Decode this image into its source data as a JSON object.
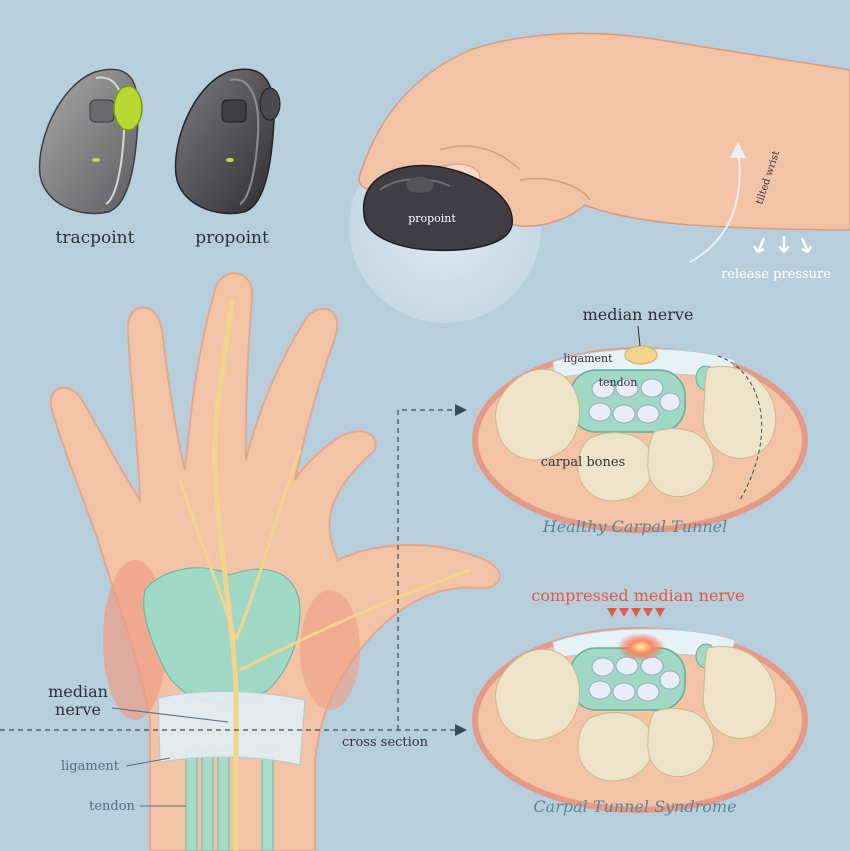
{
  "devices": {
    "left_name": "tracpoint",
    "right_name": "propoint",
    "mouse_brand": "propoint"
  },
  "hand_labels": {
    "tilted_wrist": "tilted wrist",
    "release_pressure": "release pressure"
  },
  "palm_labels": {
    "median_nerve_line1": "median",
    "median_nerve_line2": "nerve",
    "ligament": "ligament",
    "tendon": "tendon",
    "cross_section": "cross section"
  },
  "healthy_section": {
    "median_nerve": "median nerve",
    "ligament": "ligament",
    "tendon": "tendon",
    "carpal_bones": "carpal bones",
    "caption": "Healthy Carpal Tunnel"
  },
  "syndrome_section": {
    "compressed_label": "compressed median nerve",
    "caption": "Carpal Tunnel Syndrome"
  },
  "colors": {
    "background": "#b7cfdd",
    "skin": "#f3c3a6",
    "nerve": "#f2d58a",
    "tendon": "#9fd8c4",
    "bone": "#ece3c8",
    "accent_green": "#b9d832",
    "alert_red": "#e05a44",
    "caption_teal": "#5d8595"
  }
}
